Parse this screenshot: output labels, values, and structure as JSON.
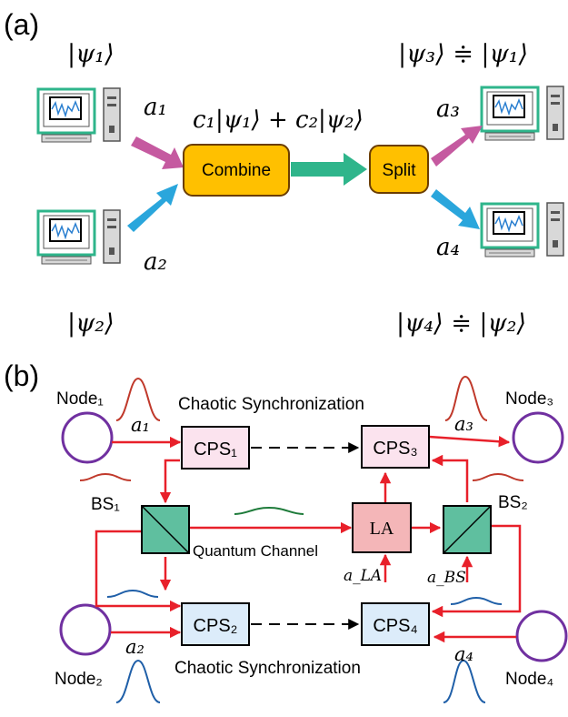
{
  "panel_a": {
    "label": "(a)",
    "psi1": "|ψ₁⟩",
    "psi2": "|ψ₂⟩",
    "psi3": "|ψ₃⟩ ≑ |ψ₁⟩",
    "psi4": "|ψ₄⟩ ≑ |ψ₂⟩",
    "superposition": "c₁|ψ₁⟩ + c₂|ψ₂⟩",
    "a1": "a₁",
    "a2": "a₂",
    "a3": "a₃",
    "a4": "a₄",
    "combine": "Combine",
    "split": "Split"
  },
  "panel_b": {
    "label": "(b)",
    "sync_top": "Chaotic Synchronization",
    "sync_bottom": "Chaotic Synchronization",
    "quantum_channel": "Quantum Channel",
    "node1": "Node₁",
    "node2": "Node₂",
    "node3": "Node₃",
    "node4": "Node₄",
    "cps1": "CPS₁",
    "cps2": "CPS₂",
    "cps3": "CPS₃",
    "cps4": "CPS₄",
    "bs1": "BS₁",
    "bs2": "BS₂",
    "la": "LA",
    "a1": "a₁",
    "a2": "a₂",
    "a3": "a₃",
    "a4": "a₄",
    "a_la": "a_LA",
    "a_bs": "a_BS"
  },
  "colors": {
    "node_box": "#ffc000",
    "arrow_a1": "#c55aa0",
    "arrow_a2": "#2aa6dc",
    "arrow_combine": "#2fb58b",
    "red_line": "#e8202a",
    "cps_top": "#fbe3ee",
    "cps_bottom": "#dcecfa",
    "bs_fill": "#5fbf9f",
    "la_fill": "#f4b6b8",
    "node_circle": "#7030a0",
    "pulse_red": "#c0392b",
    "pulse_green": "#1e7b3a",
    "pulse_blue": "#1f5fa8"
  }
}
